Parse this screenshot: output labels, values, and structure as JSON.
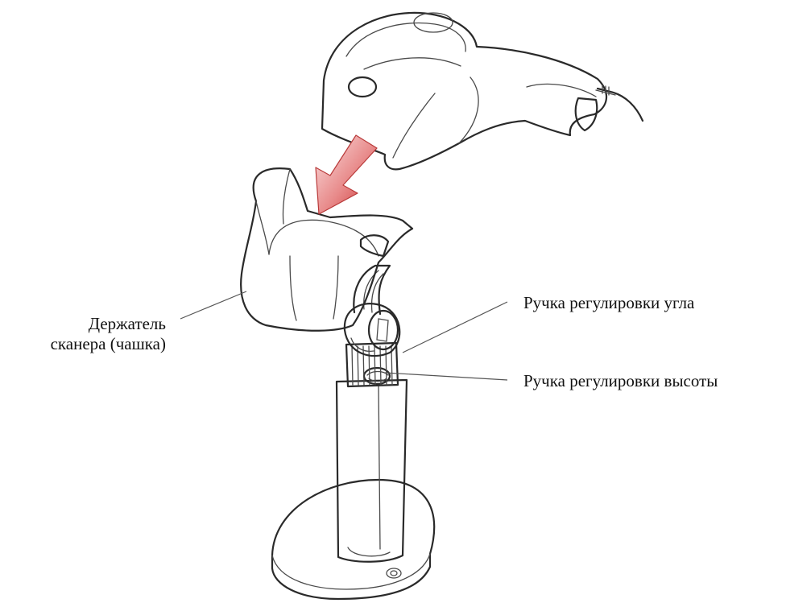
{
  "callouts": {
    "holder": {
      "line1": "Держатель",
      "line2": "сканера (чашка)"
    },
    "angle_knob": "Ручка регулировки угла",
    "height_knob": "Ручка регулировки высоты"
  },
  "colors": {
    "arrow": "#d9534f",
    "outline": "#2a2a2a",
    "shade": "#e6e6e6"
  }
}
